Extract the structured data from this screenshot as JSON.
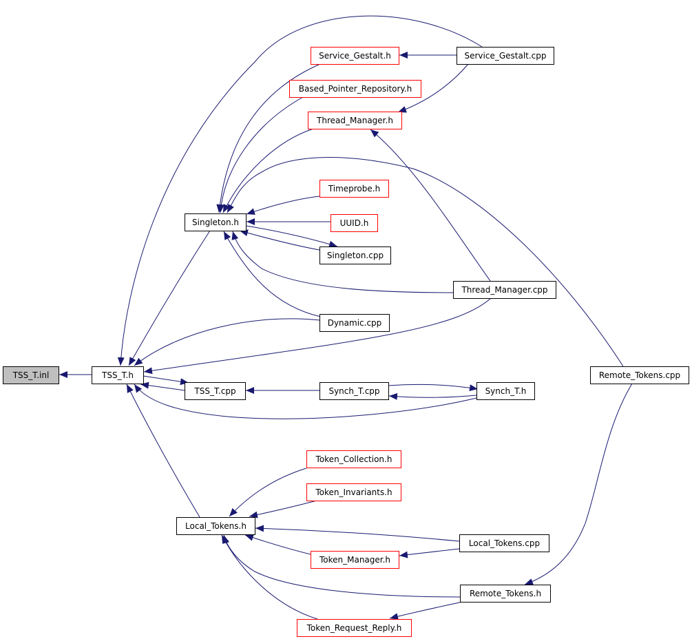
{
  "colors": {
    "edge": "#191970",
    "box_black": "#000000",
    "box_red": "#ff0000",
    "root_fill": "#bfbfbf",
    "text": "#000000"
  },
  "nodes": [
    {
      "id": "tss_t_inl",
      "label": "TSS_T.inl",
      "style": "root"
    },
    {
      "id": "tss_t_h",
      "label": "TSS_T.h",
      "style": "black"
    },
    {
      "id": "singleton_h",
      "label": "Singleton.h",
      "style": "black"
    },
    {
      "id": "local_tokens_h",
      "label": "Local_Tokens.h",
      "style": "black"
    },
    {
      "id": "tss_t_cpp",
      "label": "TSS_T.cpp",
      "style": "black"
    },
    {
      "id": "service_gestalt_h",
      "label": "Service_Gestalt.h",
      "style": "red"
    },
    {
      "id": "service_gestalt_cpp",
      "label": "Service_Gestalt.cpp",
      "style": "black"
    },
    {
      "id": "based_pointer_repository_h",
      "label": "Based_Pointer_Repository.h",
      "style": "red"
    },
    {
      "id": "thread_manager_h",
      "label": "Thread_Manager.h",
      "style": "red"
    },
    {
      "id": "timeprobe_h",
      "label": "Timeprobe.h",
      "style": "red"
    },
    {
      "id": "uuid_h",
      "label": "UUID.h",
      "style": "red"
    },
    {
      "id": "singleton_cpp",
      "label": "Singleton.cpp",
      "style": "black"
    },
    {
      "id": "thread_manager_cpp",
      "label": "Thread_Manager.cpp",
      "style": "black"
    },
    {
      "id": "dynamic_cpp",
      "label": "Dynamic.cpp",
      "style": "black"
    },
    {
      "id": "synch_t_cpp",
      "label": "Synch_T.cpp",
      "style": "black"
    },
    {
      "id": "synch_t_h",
      "label": "Synch_T.h",
      "style": "black"
    },
    {
      "id": "remote_tokens_cpp",
      "label": "Remote_Tokens.cpp",
      "style": "black"
    },
    {
      "id": "token_collection_h",
      "label": "Token_Collection.h",
      "style": "red"
    },
    {
      "id": "token_invariants_h",
      "label": "Token_Invariants.h",
      "style": "red"
    },
    {
      "id": "local_tokens_cpp",
      "label": "Local_Tokens.cpp",
      "style": "black"
    },
    {
      "id": "token_manager_h",
      "label": "Token_Manager.h",
      "style": "red"
    },
    {
      "id": "remote_tokens_h",
      "label": "Remote_Tokens.h",
      "style": "black"
    },
    {
      "id": "token_request_reply_h",
      "label": "Token_Request_Reply.h",
      "style": "red"
    }
  ],
  "edges": [
    {
      "from": "tss_t_h",
      "to": "tss_t_inl"
    },
    {
      "from": "singleton_h",
      "to": "tss_t_h"
    },
    {
      "from": "service_gestalt_cpp",
      "to": "tss_t_h"
    },
    {
      "from": "dynamic_cpp",
      "to": "tss_t_h"
    },
    {
      "from": "thread_manager_cpp",
      "to": "tss_t_h"
    },
    {
      "from": "tss_t_h",
      "to": "tss_t_cpp"
    },
    {
      "from": "tss_t_cpp",
      "to": "tss_t_h"
    },
    {
      "from": "synch_t_h",
      "to": "tss_t_h"
    },
    {
      "from": "local_tokens_h",
      "to": "tss_t_h"
    },
    {
      "from": "service_gestalt_h",
      "to": "singleton_h"
    },
    {
      "from": "based_pointer_repository_h",
      "to": "singleton_h"
    },
    {
      "from": "thread_manager_h",
      "to": "singleton_h"
    },
    {
      "from": "remote_tokens_cpp",
      "to": "singleton_h"
    },
    {
      "from": "timeprobe_h",
      "to": "singleton_h"
    },
    {
      "from": "uuid_h",
      "to": "singleton_h"
    },
    {
      "from": "singleton_cpp",
      "to": "singleton_h"
    },
    {
      "from": "singleton_h",
      "to": "singleton_cpp"
    },
    {
      "from": "thread_manager_cpp",
      "to": "singleton_h"
    },
    {
      "from": "dynamic_cpp",
      "to": "singleton_h"
    },
    {
      "from": "service_gestalt_cpp",
      "to": "service_gestalt_h"
    },
    {
      "from": "service_gestalt_cpp",
      "to": "thread_manager_h"
    },
    {
      "from": "thread_manager_cpp",
      "to": "thread_manager_h"
    },
    {
      "from": "synch_t_cpp",
      "to": "tss_t_cpp"
    },
    {
      "from": "synch_t_h",
      "to": "synch_t_cpp"
    },
    {
      "from": "synch_t_cpp",
      "to": "synch_t_h"
    },
    {
      "from": "token_collection_h",
      "to": "local_tokens_h"
    },
    {
      "from": "token_invariants_h",
      "to": "local_tokens_h"
    },
    {
      "from": "local_tokens_cpp",
      "to": "local_tokens_h"
    },
    {
      "from": "token_manager_h",
      "to": "local_tokens_h"
    },
    {
      "from": "remote_tokens_h",
      "to": "local_tokens_h"
    },
    {
      "from": "token_request_reply_h",
      "to": "local_tokens_h"
    },
    {
      "from": "local_tokens_cpp",
      "to": "token_manager_h"
    },
    {
      "from": "remote_tokens_h",
      "to": "token_request_reply_h"
    },
    {
      "from": "remote_tokens_cpp",
      "to": "remote_tokens_h"
    }
  ]
}
